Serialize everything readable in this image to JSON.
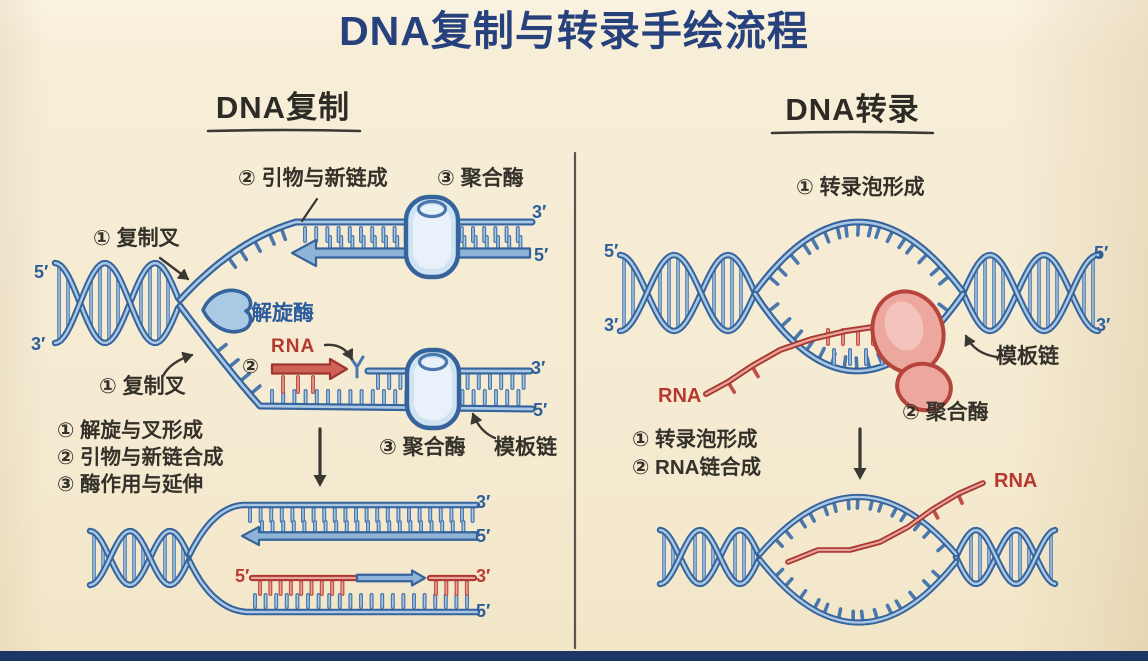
{
  "title": "DNA复制与转录手绘流程",
  "symbols": {
    "five_prime": "5′",
    "three_prime": "3′"
  },
  "left": {
    "heading": "DNA复制",
    "label_primer_new_strand": "② 引物与新链成",
    "label_polymerase_top": "③ 聚合酶",
    "label_fork_top": "① 复制叉",
    "label_helicase": "解旋酶",
    "label_step2_marker": "②",
    "label_rna_primer": "RNA",
    "label_fork_bottom": "① 复制叉",
    "steps": [
      "① 解旋与叉形成",
      "② 引物与新链合成",
      "③ 酶作用与延伸"
    ],
    "label_polymerase_bottom": "③ 聚合酶",
    "label_template_strand": "模板链"
  },
  "right": {
    "heading": "DNA转录",
    "label_bubble": "① 转录泡形成",
    "label_template_strand": "模板链",
    "label_polymerase": "② 聚合酶",
    "label_rna": "RNA",
    "steps": [
      "① 转录泡形成",
      "② RNA链合成"
    ],
    "label_rna_product": "RNA"
  },
  "palette": {
    "paper": "#f6edd6",
    "ink": "#3a3832",
    "title_navy": "#26417b",
    "dna_blue_dark": "#35639c",
    "dna_blue": "#4a78ad",
    "dna_blue_light": "#aac8e4",
    "dna_fill_light": "#cfe3f2",
    "arrow_blue_fill": "#8fb4d8",
    "rna_red_dark": "#a8372f",
    "rna_red": "#c15046",
    "rna_red_light": "#e8a49c",
    "rna_fill": "#cf6157",
    "label_blue": "#2f5f9b",
    "label_red": "#bf3b33",
    "footer_navy": "#1c3766"
  }
}
